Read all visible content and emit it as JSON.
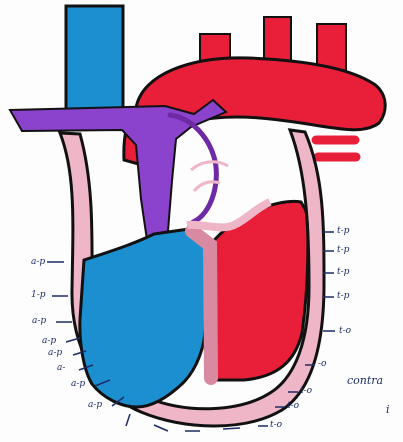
{
  "colors": {
    "paper": "#fdfdfd",
    "deoxygenated_blue": "#1c8fd1",
    "oxygenated_red": "#e91f3a",
    "pulmonary_purple": "#8b42cc",
    "myocardium_pink": "#efb6c7",
    "ink": "#1c2b66"
  },
  "icons": {
    "left_arrows": "arrow-icon",
    "right_arrows": "arrow-icon"
  },
  "annotations": {
    "left_labels": [
      "a-p",
      "1-p",
      "a-p",
      "a-p",
      "a-p",
      "a-",
      "a-p",
      "a-p"
    ],
    "right_labels": [
      "t-p",
      "t-p",
      "t-p",
      "t-p",
      "t-o",
      "-o",
      "t-o",
      "t-o",
      "t-o"
    ],
    "footer_note_line1": "contra",
    "footer_note_line2": "i"
  }
}
